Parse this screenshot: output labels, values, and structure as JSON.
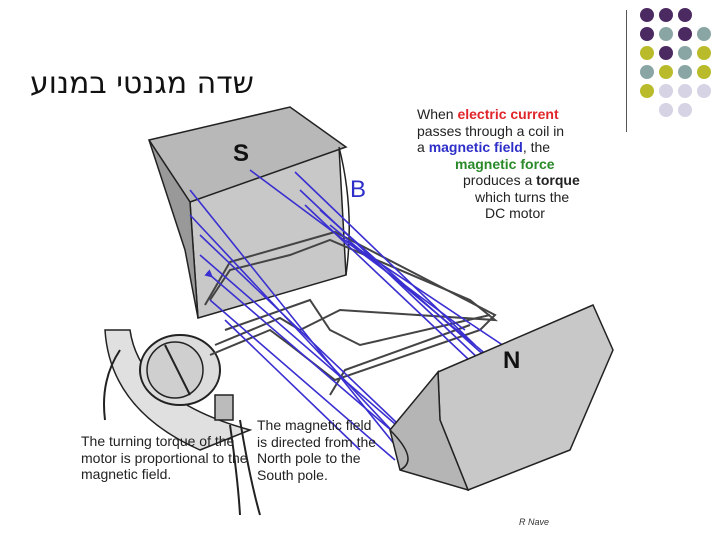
{
  "title": "שדה מגנטי במנוע",
  "labels": {
    "south": "S",
    "north": "N",
    "field": "B"
  },
  "caption_top": {
    "l1_a": "When ",
    "l1_b": "electric current",
    "l2": "passes through a  coil in",
    "l3_a": "a ",
    "l3_b": "magnetic field",
    "l3_c": ", the",
    "l4": "magnetic force",
    "l5_a": "produces a ",
    "l5_b": "torque",
    "l6": "which turns the",
    "l7": "DC motor"
  },
  "caption_left": "The turning torque of the motor is proportional to the magnetic field.",
  "caption_mid": "The magnetic field is directed from the  North pole to the South pole.",
  "credit": "R Nave",
  "colors": {
    "purple": "#4b2a62",
    "teal": "#8aa6a4",
    "olive": "#b9bb2a",
    "lavender": "#d5d3e4",
    "field_lines": "#3a2fd0",
    "magnet": "#c8c8c8"
  }
}
